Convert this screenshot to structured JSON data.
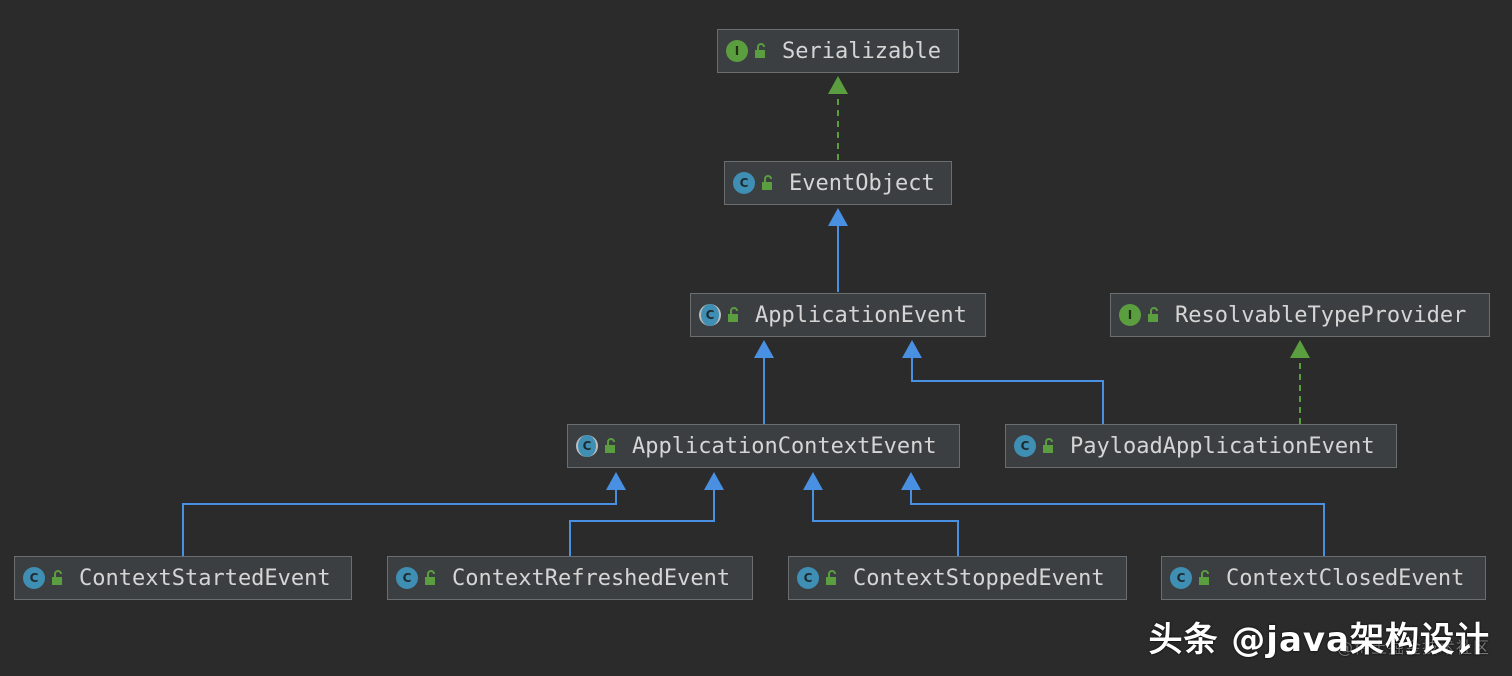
{
  "colors": {
    "background": "#2b2b2b",
    "node_fill": "#3c3f41",
    "node_border": "#6b6e6f",
    "extends_arrow": "#4a90e2",
    "implements_arrow": "#5a9e3f"
  },
  "nodes": {
    "serializable": {
      "label": "Serializable",
      "kind": "I",
      "icon": "interface-icon"
    },
    "eventObject": {
      "label": "EventObject",
      "kind": "C",
      "icon": "class-icon"
    },
    "applicationEvent": {
      "label": "ApplicationEvent",
      "kind": "C",
      "icon": "abstract-class-icon"
    },
    "resolvableTypeProvider": {
      "label": "ResolvableTypeProvider",
      "kind": "I",
      "icon": "interface-icon"
    },
    "applicationContextEvent": {
      "label": "ApplicationContextEvent",
      "kind": "C",
      "icon": "abstract-class-icon"
    },
    "payloadApplicationEvent": {
      "label": "PayloadApplicationEvent",
      "kind": "C",
      "icon": "class-icon"
    },
    "contextStartedEvent": {
      "label": "ContextStartedEvent",
      "kind": "C",
      "icon": "class-icon"
    },
    "contextRefreshedEvent": {
      "label": "ContextRefreshedEvent",
      "kind": "C",
      "icon": "class-icon"
    },
    "contextStoppedEvent": {
      "label": "ContextStoppedEvent",
      "kind": "C",
      "icon": "class-icon"
    },
    "contextClosedEvent": {
      "label": "ContextClosedEvent",
      "kind": "C",
      "icon": "class-icon"
    }
  },
  "edges": [
    {
      "from": "eventObject",
      "to": "serializable",
      "type": "implements"
    },
    {
      "from": "applicationEvent",
      "to": "eventObject",
      "type": "extends"
    },
    {
      "from": "applicationContextEvent",
      "to": "applicationEvent",
      "type": "extends"
    },
    {
      "from": "payloadApplicationEvent",
      "to": "applicationEvent",
      "type": "extends"
    },
    {
      "from": "payloadApplicationEvent",
      "to": "resolvableTypeProvider",
      "type": "implements"
    },
    {
      "from": "contextStartedEvent",
      "to": "applicationContextEvent",
      "type": "extends"
    },
    {
      "from": "contextRefreshedEvent",
      "to": "applicationContextEvent",
      "type": "extends"
    },
    {
      "from": "contextStoppedEvent",
      "to": "applicationContextEvent",
      "type": "extends"
    },
    {
      "from": "contextClosedEvent",
      "to": "applicationContextEvent",
      "type": "extends"
    }
  ],
  "watermark": {
    "text": "头条 @java架构设计",
    "sub": "@稀土掘金技术社区"
  }
}
